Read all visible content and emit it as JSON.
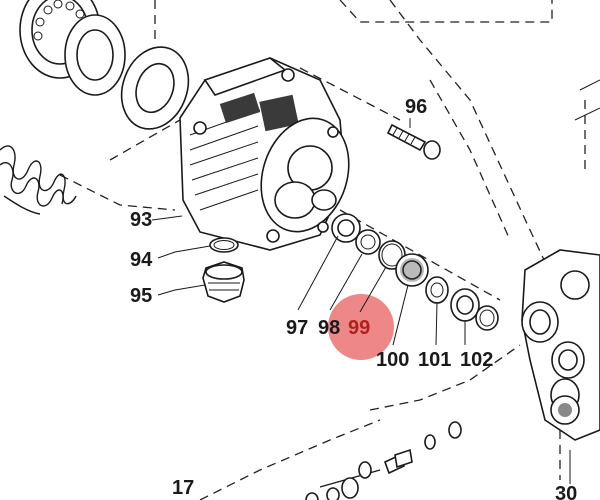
{
  "diagram": {
    "highlight_color": "#e85a5a",
    "parts": [
      {
        "id": "17",
        "label": "17"
      },
      {
        "id": "30",
        "label": "30"
      },
      {
        "id": "93",
        "label": "93"
      },
      {
        "id": "94",
        "label": "94"
      },
      {
        "id": "95",
        "label": "95"
      },
      {
        "id": "96",
        "label": "96"
      },
      {
        "id": "97",
        "label": "97"
      },
      {
        "id": "98",
        "label": "98"
      },
      {
        "id": "99",
        "label": "99",
        "highlighted": true
      },
      {
        "id": "100",
        "label": "100"
      },
      {
        "id": "101",
        "label": "101"
      },
      {
        "id": "102",
        "label": "102"
      }
    ]
  }
}
